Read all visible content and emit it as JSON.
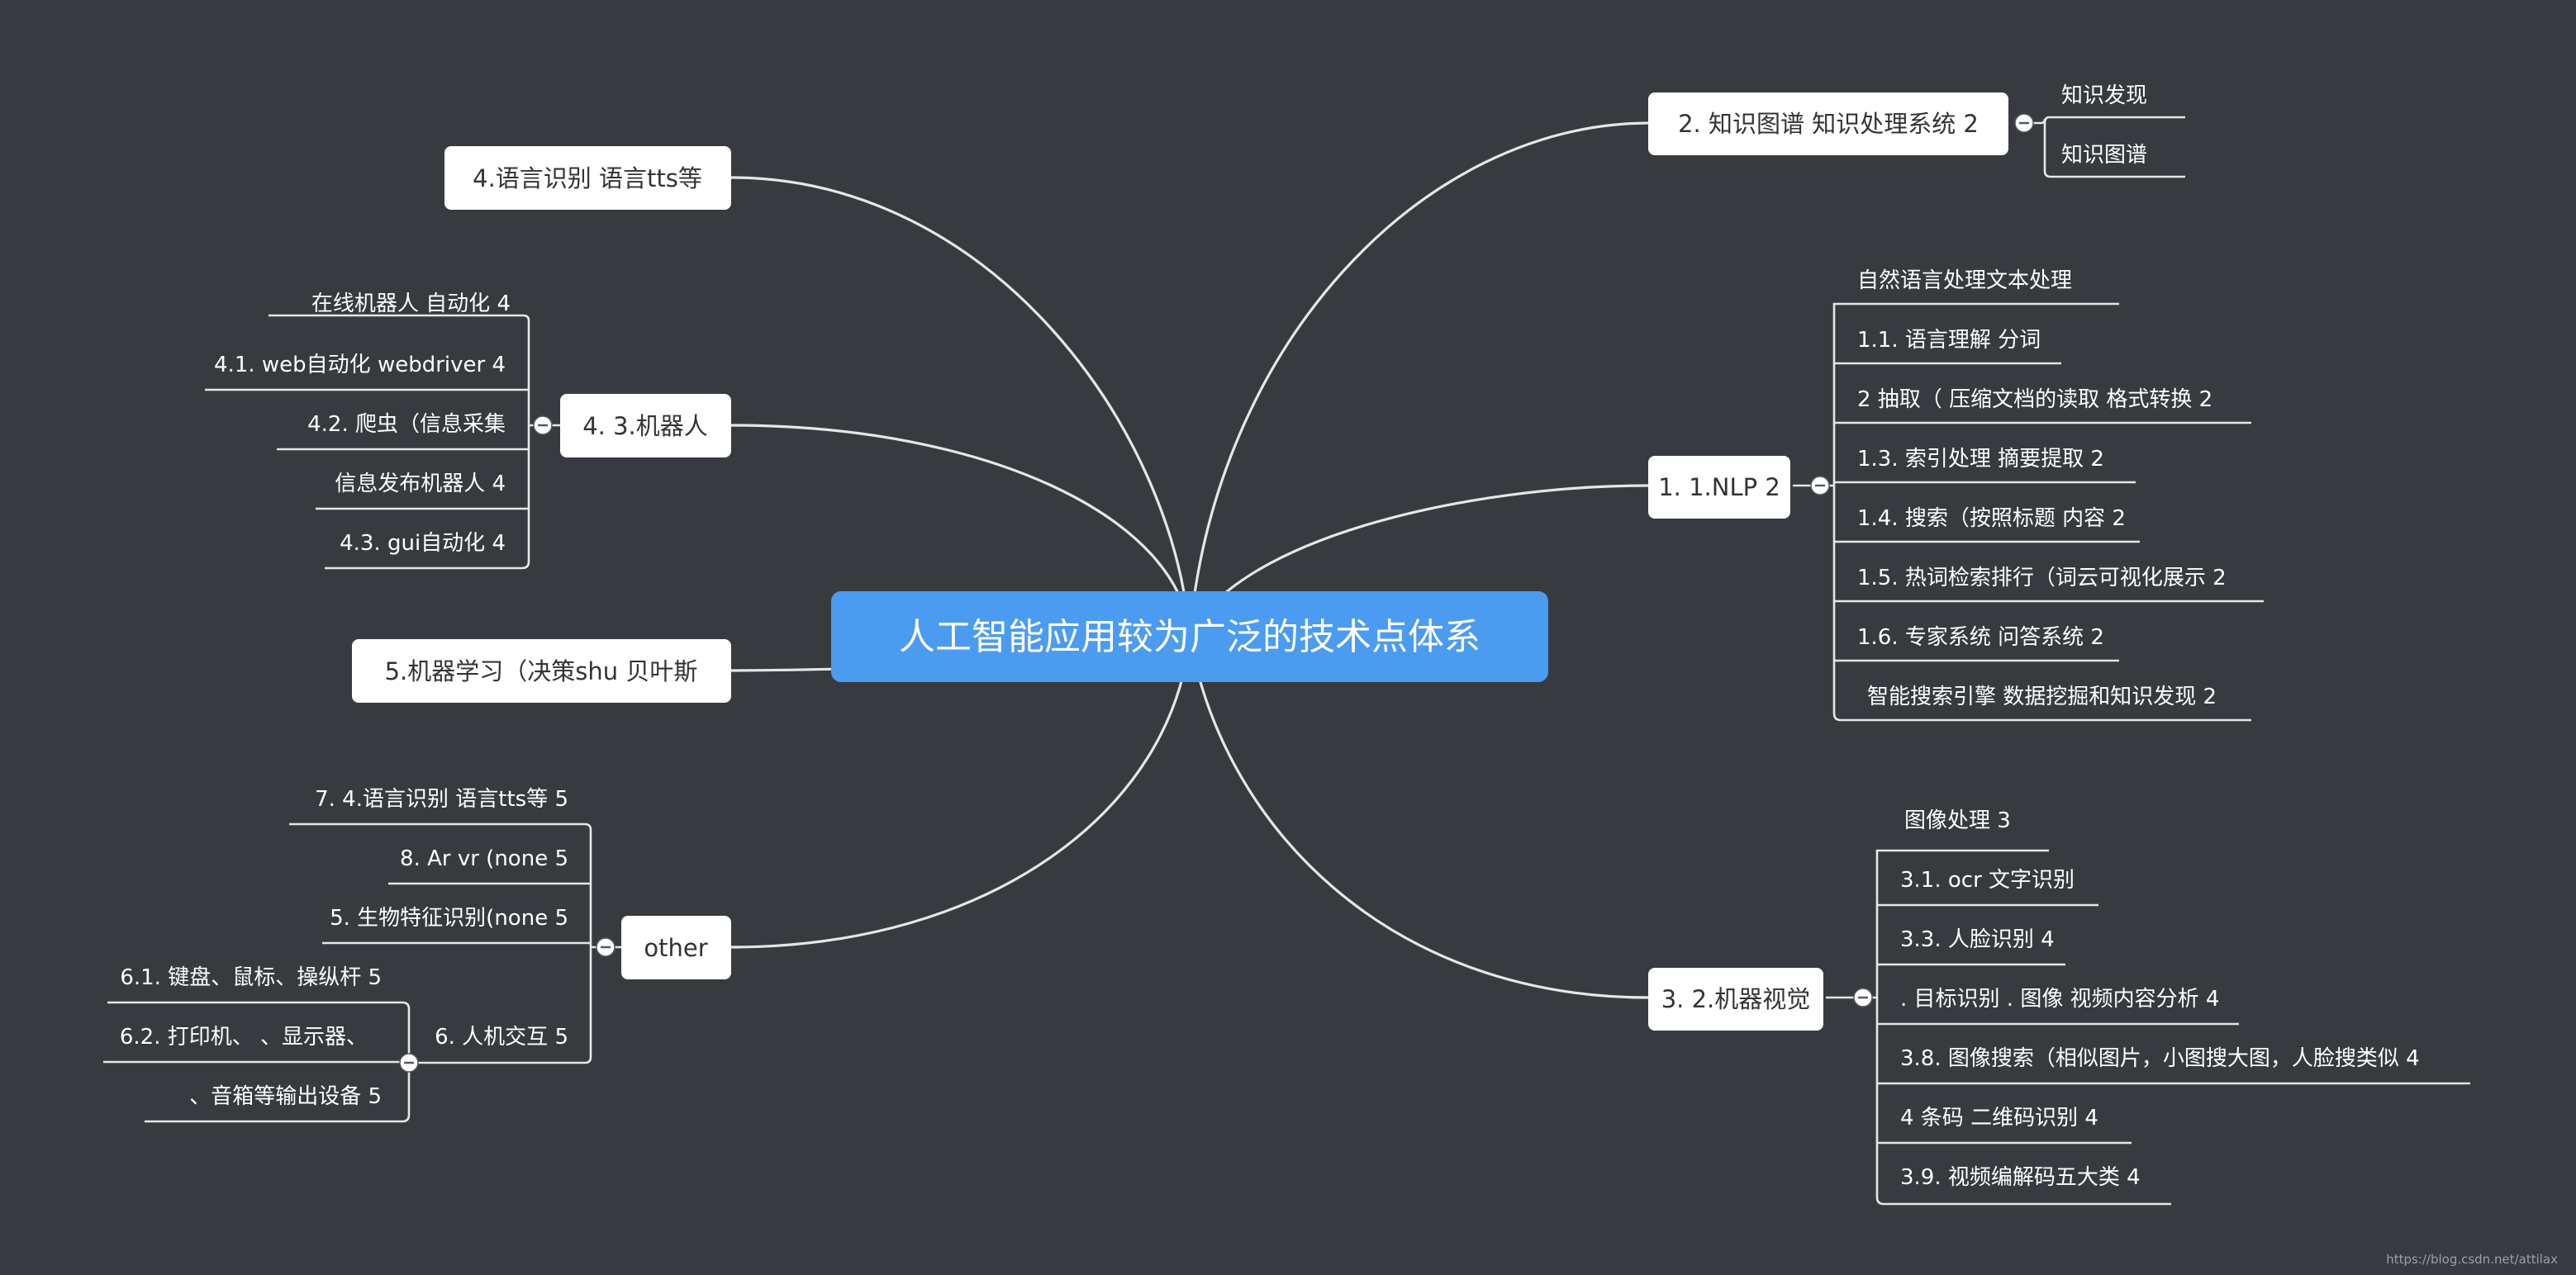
{
  "root": {
    "label": "人工智能应用较为广泛的技术点体系"
  },
  "branches": {
    "kg": {
      "label": "2. 知识图谱 知识处理系统 2",
      "children": [
        "知识发现",
        "知识图谱"
      ]
    },
    "nlp": {
      "label": "1. 1.NLP 2",
      "children": [
        "自然语言处理文本处理",
        "1.1. 语言理解 分词",
        "2 抽取（ 压缩文档的读取 格式转换 2",
        "1.3. 索引处理  摘要提取 2",
        "1.4. 搜索（按照标题 内容 2",
        "1.5. 热词检索排行（词云可视化展示 2",
        "1.6. 专家系统 问答系统 2",
        "智能搜索引擎 数据挖掘和知识发现 2"
      ]
    },
    "cv": {
      "label": "3. 2.机器视觉",
      "children": [
        "图像处理 3",
        "3.1. ocr 文字识别",
        "3.3. 人脸识别 4",
        ". 目标识别 . 图像 视频内容分析 4",
        "3.8. 图像搜索（相似图片，小图搜大图，人脸搜类似 4",
        "4 条码 二维码识别 4",
        "3.9. 视频编解码五大类 4"
      ]
    },
    "speech": {
      "label": "4.语言识别 语言tts等"
    },
    "robot": {
      "label": "4. 3.机器人",
      "children": [
        "在线机器人 自动化 4",
        "4.1. web自动化 webdriver 4",
        "4.2. 爬虫（信息采集",
        "信息发布机器人 4",
        "4.3. gui自动化 4"
      ]
    },
    "ml": {
      "label": "5.机器学习（决策shu 贝叶斯"
    },
    "other": {
      "label": "other",
      "children": [
        "7. 4.语言识别 语言tts等 5",
        "8. Ar vr (none 5",
        "5. 生物特征识别(none 5"
      ],
      "hci": {
        "label": "6. 人机交互 5",
        "children": [
          "6.1. 键盘、鼠标、操纵杆 5",
          "6.2. 打印机、 、显示器、",
          "、音箱等输出设备 5"
        ]
      }
    }
  },
  "watermark": "https://blog.csdn.net/attilax",
  "colors": {
    "background": "#373b40",
    "root_fill": "#4b9bf0",
    "node_fill": "#ffffff",
    "line": "#e6e6e6"
  }
}
